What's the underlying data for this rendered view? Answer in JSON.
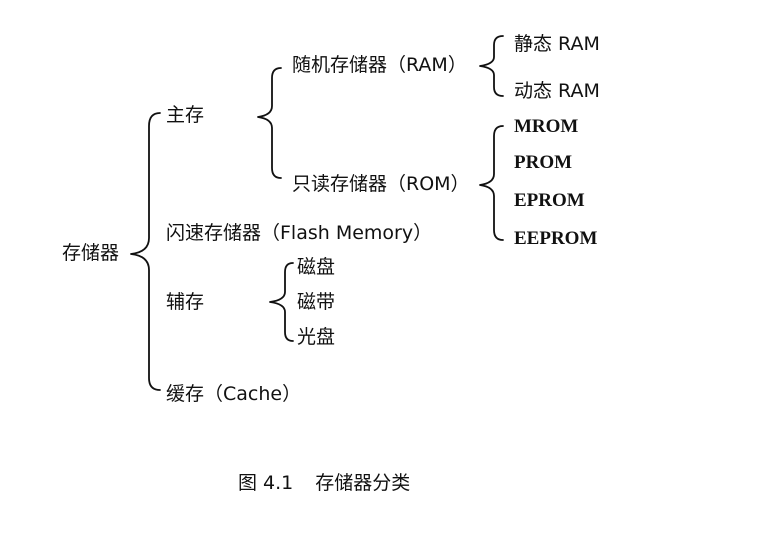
{
  "root": {
    "label": "存储器"
  },
  "branches": {
    "main_memory": {
      "label": "主存"
    },
    "ram": {
      "label": "随机存储器（RAM）"
    },
    "ram_types": [
      "静态 RAM",
      "动态 RAM"
    ],
    "rom": {
      "label": "只读存储器（ROM）"
    },
    "rom_types": [
      "MROM",
      "PROM",
      "EPROM",
      "EEPROM"
    ],
    "flash": {
      "label": "闪速存储器（Flash Memory）"
    },
    "aux": {
      "label": "辅存"
    },
    "aux_types": [
      "磁盘",
      "磁带",
      "光盘"
    ],
    "cache": {
      "label": "缓存（Cache）"
    }
  },
  "caption": {
    "number": "图 4.1",
    "title": "存储器分类"
  }
}
